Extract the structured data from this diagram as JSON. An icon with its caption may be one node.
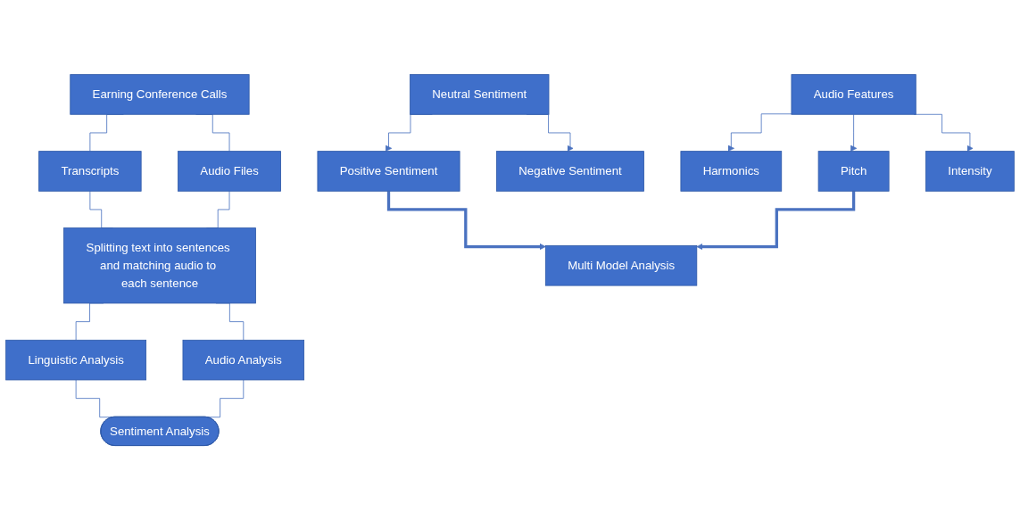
{
  "diagram": {
    "nodes": [
      {
        "text": [
          "Earning Conference Calls"
        ]
      },
      {
        "text": [
          "Transcripts"
        ]
      },
      {
        "text": [
          "Audio Files"
        ]
      },
      {
        "text": [
          "Splitting text into sentences and matching audio to each sentence"
        ]
      },
      {
        "text": [
          "Linguistic Analysis"
        ]
      },
      {
        "text": [
          "Audio Analysis"
        ]
      },
      {
        "text": [
          "Sentiment Analysis"
        ]
      },
      {
        "text": [
          "Neutral Sentiment"
        ]
      },
      {
        "text": [
          "Positive Sentiment"
        ]
      },
      {
        "text": [
          "Negative Sentiment"
        ]
      },
      {
        "text": [
          "Multi Model Analysis"
        ]
      },
      {
        "text": [
          "Harmonics"
        ]
      },
      {
        "text": [
          "Pitch"
        ]
      },
      {
        "text": [
          "Intensity"
        ]
      },
      {
        "text": [
          "Audio Features"
        ]
      }
    ],
    "edges": [
      {
        "from": 0,
        "to": 1,
        "arrow": "none"
      },
      {
        "from": 0,
        "to": 2,
        "arrow": "none"
      },
      {
        "from": 1,
        "to": 3,
        "arrow": "none"
      },
      {
        "from": 2,
        "to": 3,
        "arrow": "none"
      },
      {
        "from": 3,
        "to": 4,
        "arrow": "none"
      },
      {
        "from": 3,
        "to": 5,
        "arrow": "none"
      },
      {
        "from": 4,
        "to": 6,
        "arrow": "none"
      },
      {
        "from": 5,
        "to": 6,
        "arrow": "none"
      },
      {
        "from": 7,
        "to": 8,
        "arrow": "to"
      },
      {
        "from": 7,
        "to": 9,
        "arrow": "to"
      },
      {
        "from": 8,
        "to": 10,
        "arrow": "to",
        "style": "thick"
      },
      {
        "from": 12,
        "to": 10,
        "arrow": "to",
        "style": "thick"
      },
      {
        "from": 14,
        "to": 11,
        "arrow": "to"
      },
      {
        "from": 14,
        "to": 12,
        "arrow": "to"
      },
      {
        "from": 14,
        "to": 13,
        "arrow": "to"
      }
    ]
  }
}
